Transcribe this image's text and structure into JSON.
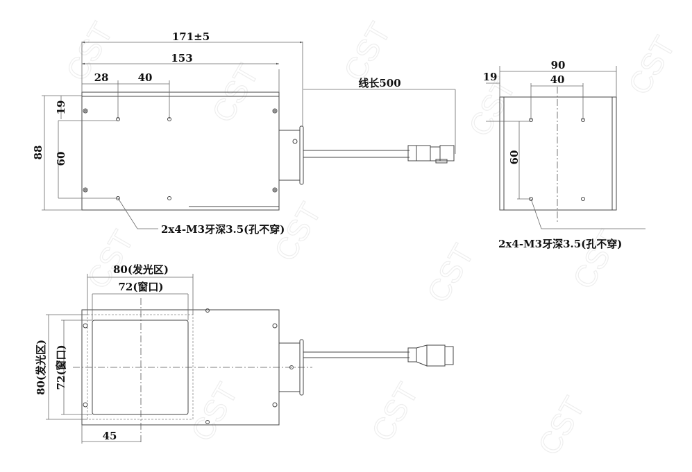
{
  "watermark": "CST",
  "top_view": {
    "overall_length": "171±5",
    "body_length": "153",
    "hole_offset_x": "28",
    "hole_spacing_x": "40",
    "hole_offset_y": "19",
    "hole_spacing_y": "60",
    "body_height": "88",
    "cable_length": "线长500",
    "hole_note": "2x4-M3牙深3.5(孔不穿)"
  },
  "side_view": {
    "width": "90",
    "hole_spacing_x": "40",
    "hole_offset": "19",
    "hole_spacing_y": "60",
    "hole_note": "2x4-M3牙深3.5(孔不穿)"
  },
  "front_view": {
    "emit_width": "80(发光区)",
    "window_width": "72(窗口)",
    "emit_height": "80(发光区)",
    "window_height": "72(窗口)",
    "center_offset": "45"
  }
}
